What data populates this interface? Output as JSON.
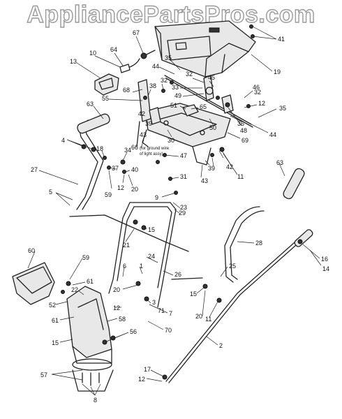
{
  "watermark": "AppliancePartsPros.com",
  "note": {
    "line1": "(for ground wire",
    "line2": "of light assy)"
  },
  "labels": [
    {
      "key": "l41",
      "text": "41"
    },
    {
      "key": "l19",
      "text": "19"
    },
    {
      "key": "l67",
      "text": "67"
    },
    {
      "key": "l64",
      "text": "64"
    },
    {
      "key": "l10",
      "text": "10"
    },
    {
      "key": "l13",
      "text": "13"
    },
    {
      "key": "l35a",
      "text": "35"
    },
    {
      "key": "l44a",
      "text": "44"
    },
    {
      "key": "l32a",
      "text": "32"
    },
    {
      "key": "l45",
      "text": "45"
    },
    {
      "key": "l33",
      "text": "33"
    },
    {
      "key": "l46",
      "text": "46"
    },
    {
      "key": "l32b",
      "text": "32"
    },
    {
      "key": "l12a",
      "text": "12"
    },
    {
      "key": "l35b",
      "text": "35"
    },
    {
      "key": "l38",
      "text": "38"
    },
    {
      "key": "l68",
      "text": "68"
    },
    {
      "key": "l32c",
      "text": "32"
    },
    {
      "key": "l49",
      "text": "49"
    },
    {
      "key": "l55",
      "text": "55"
    },
    {
      "key": "l63a",
      "text": "63"
    },
    {
      "key": "l51",
      "text": "51"
    },
    {
      "key": "l65",
      "text": "65"
    },
    {
      "key": "l50",
      "text": "50"
    },
    {
      "key": "l36",
      "text": "36"
    },
    {
      "key": "l48",
      "text": "48"
    },
    {
      "key": "l44b",
      "text": "44"
    },
    {
      "key": "l42a",
      "text": "42"
    },
    {
      "key": "l39a",
      "text": "39"
    },
    {
      "key": "l43a",
      "text": "43"
    },
    {
      "key": "l30",
      "text": "30"
    },
    {
      "key": "l69",
      "text": "69"
    },
    {
      "key": "l66",
      "text": "66"
    },
    {
      "key": "l4",
      "text": "4"
    },
    {
      "key": "l18",
      "text": "18"
    },
    {
      "key": "l34",
      "text": "34"
    },
    {
      "key": "l47",
      "text": "47"
    },
    {
      "key": "l39b",
      "text": "39"
    },
    {
      "key": "l42b",
      "text": "42"
    },
    {
      "key": "l11a",
      "text": "11"
    },
    {
      "key": "l63b",
      "text": "63"
    },
    {
      "key": "l27",
      "text": "27"
    },
    {
      "key": "l37",
      "text": "37"
    },
    {
      "key": "l40",
      "text": "40"
    },
    {
      "key": "l43b",
      "text": "43"
    },
    {
      "key": "l31",
      "text": "31"
    },
    {
      "key": "l12b",
      "text": "12"
    },
    {
      "key": "l20a",
      "text": "20"
    },
    {
      "key": "l59a",
      "text": "59"
    },
    {
      "key": "l5",
      "text": "5"
    },
    {
      "key": "l9",
      "text": "9"
    },
    {
      "key": "l23",
      "text": "23"
    },
    {
      "key": "l29",
      "text": "29"
    },
    {
      "key": "l21",
      "text": "21"
    },
    {
      "key": "l15a",
      "text": "15"
    },
    {
      "key": "l28",
      "text": "28"
    },
    {
      "key": "l60",
      "text": "60"
    },
    {
      "key": "l24",
      "text": "24"
    },
    {
      "key": "l16",
      "text": "16"
    },
    {
      "key": "l59b",
      "text": "59"
    },
    {
      "key": "l6",
      "text": "6"
    },
    {
      "key": "l1",
      "text": "1"
    },
    {
      "key": "l14",
      "text": "14"
    },
    {
      "key": "l25",
      "text": "25"
    },
    {
      "key": "l26",
      "text": "26"
    },
    {
      "key": "l61a",
      "text": "61"
    },
    {
      "key": "l20b",
      "text": "20"
    },
    {
      "key": "l22",
      "text": "22"
    },
    {
      "key": "l52",
      "text": "52"
    },
    {
      "key": "l3",
      "text": "3"
    },
    {
      "key": "l12c",
      "text": "12"
    },
    {
      "key": "l71",
      "text": "71"
    },
    {
      "key": "l7",
      "text": "7"
    },
    {
      "key": "l15b",
      "text": "15"
    },
    {
      "key": "l20c",
      "text": "20"
    },
    {
      "key": "l11b",
      "text": "11"
    },
    {
      "key": "l61b",
      "text": "61"
    },
    {
      "key": "l58",
      "text": "58"
    },
    {
      "key": "l70",
      "text": "70"
    },
    {
      "key": "l15c",
      "text": "15"
    },
    {
      "key": "l56",
      "text": "56"
    },
    {
      "key": "l2",
      "text": "2"
    },
    {
      "key": "l57",
      "text": "57"
    },
    {
      "key": "l17",
      "text": "17"
    },
    {
      "key": "l12d",
      "text": "12"
    },
    {
      "key": "l8",
      "text": "8"
    }
  ]
}
